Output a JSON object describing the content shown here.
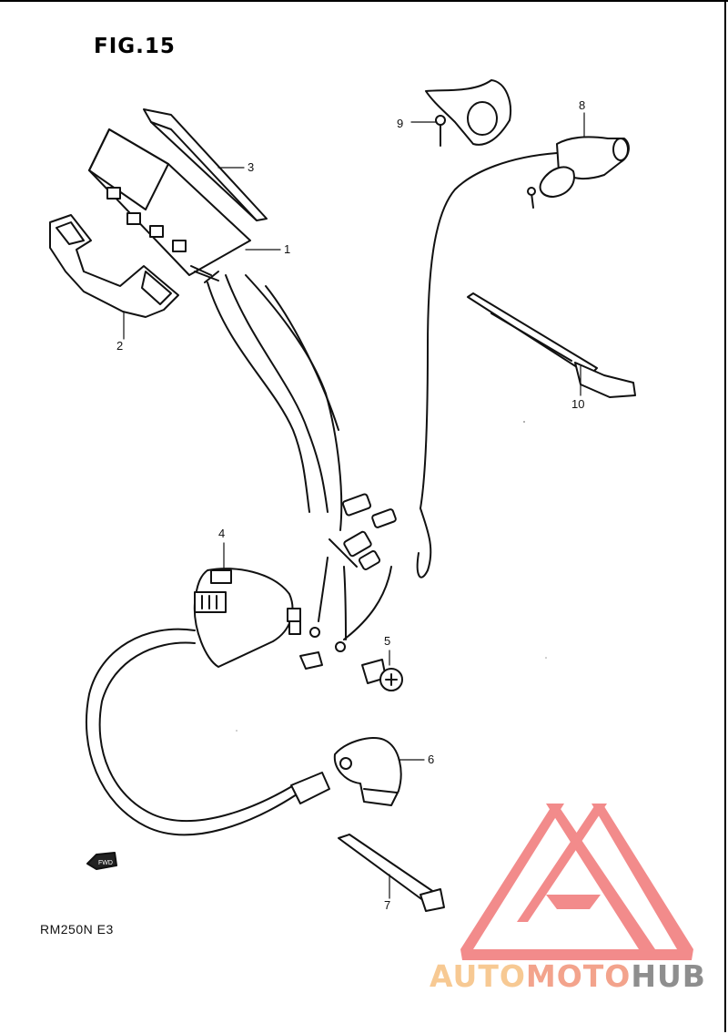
{
  "header": {
    "title": "FIG.15"
  },
  "footer": {
    "model_code": "RM250N E3"
  },
  "callouts": [
    "1",
    "2",
    "3",
    "4",
    "5",
    "6",
    "7",
    "8",
    "9",
    "10"
  ],
  "fwd_badge": {
    "label": "FWD"
  },
  "watermark": {
    "brand_part1": "AUTO",
    "brand_part2": "MOTO",
    "brand_part3": "HUB",
    "colors": {
      "part1": "#f7c993",
      "part2": "#f3a38c",
      "part3": "#8e8e8e",
      "logo": "#f28b8b"
    }
  }
}
